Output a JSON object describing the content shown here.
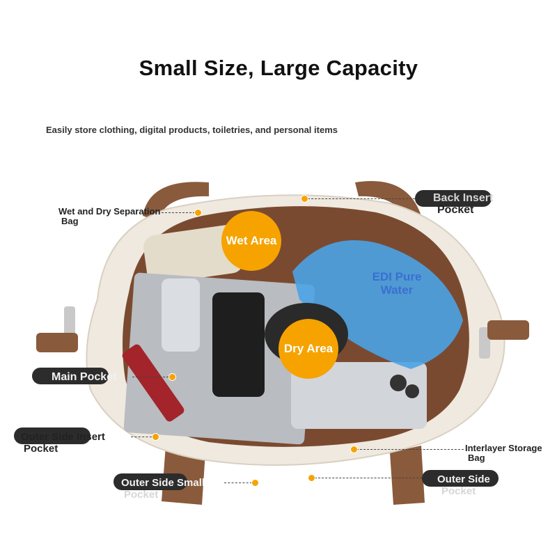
{
  "header": {
    "title": "Small Size, Large Capacity",
    "subtitle": "Easily store clothing, digital products, toiletries, and personal items"
  },
  "zones": {
    "wet": "Wet Area",
    "dry": "Dry Area"
  },
  "product_text": {
    "water_line1": "EDI Pure",
    "water_line2": "Water"
  },
  "callouts": {
    "wet_dry_line1": "Wet and Dry Separation",
    "wet_dry_line2": "Bag",
    "back_insert_line1": "Back Insert",
    "back_insert_line2": "Pocket",
    "main_pocket": "Main Pocket",
    "outer_side_insert_line1": "Outer Side Insert",
    "outer_side_insert_line2": "Pocket",
    "interlayer_line1": "Interlayer Storage",
    "interlayer_line2": "Bag",
    "outer_side_small_line1": "Outer Side Small",
    "outer_side_small_line2": "Pocket",
    "outer_side_line1": "Outer Side",
    "outer_side_line2": "Pocket"
  },
  "colors": {
    "accent_orange": "#f6a300",
    "bag_cream": "#efe9df",
    "strap_brown": "#8a5a3c",
    "lining_brown": "#7a4a30",
    "water_blue": "#3a6fcf",
    "pill_dark": "#2c2c2c"
  }
}
